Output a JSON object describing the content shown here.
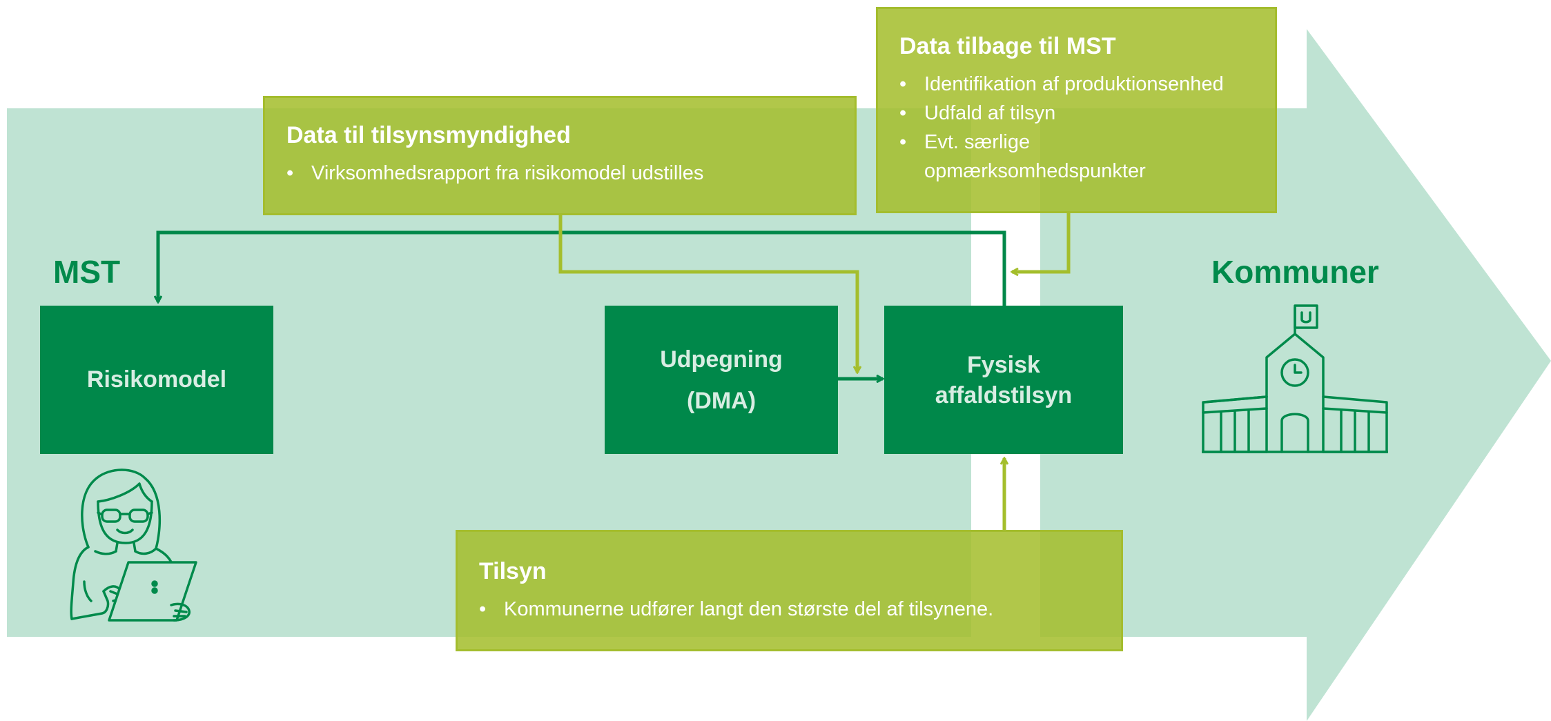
{
  "mst": {
    "label": "MST",
    "box_label": "Risikomodel"
  },
  "kommuner": {
    "label": "Kommuner"
  },
  "process": {
    "udpegning": [
      "Udpegning",
      "(DMA)"
    ],
    "fysisk": [
      "Fysisk",
      "affaldstilsyn"
    ]
  },
  "info_boxes": {
    "data_til": {
      "title": "Data til tilsynsmyndighed",
      "bullets": [
        "Virksomhedsrapport fra risikomodel udstilles"
      ]
    },
    "data_tilbage": {
      "title": "Data tilbage til MST",
      "bullets": [
        "Identifikation af produktionsenhed",
        "Udfald af tilsyn",
        "Evt. særlige",
        "opmærksomhedspunkter"
      ]
    },
    "tilsyn": {
      "title": "Tilsyn",
      "bullets": [
        "Kommunerne udfører langt den største del af tilsynene."
      ]
    }
  },
  "colors": {
    "dark_green": "#00884a",
    "light_green_band": "#bfe3d3",
    "lime": "#a4be2c",
    "box_text": "#d8ede3"
  },
  "icons": [
    "person-with-tablet-icon",
    "town-hall-icon"
  ]
}
